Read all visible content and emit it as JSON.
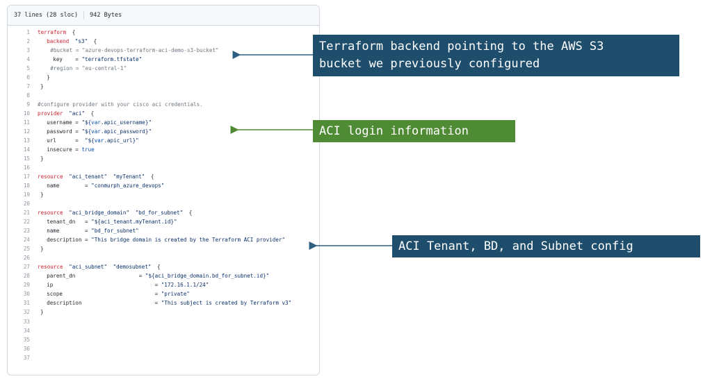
{
  "file_header": {
    "lines_info": "37 lines (28 sloc)",
    "size_info": "942 Bytes"
  },
  "code_lines": [
    {
      "n": "1",
      "tokens": [
        {
          "t": "kw",
          "v": "terraform"
        },
        {
          "t": "txt",
          "v": " {"
        }
      ]
    },
    {
      "n": "2",
      "tokens": [
        {
          "t": "txt",
          "v": "  "
        },
        {
          "t": "kw",
          "v": "backend"
        },
        {
          "t": "txt",
          "v": " "
        },
        {
          "t": "str",
          "v": "\"s3\""
        },
        {
          "t": "txt",
          "v": " {"
        }
      ]
    },
    {
      "n": "3",
      "tokens": [
        {
          "t": "cm",
          "v": "    #bucket = \"azure-devops-terraform-aci-demo-s3-bucket\""
        }
      ]
    },
    {
      "n": "4",
      "tokens": [
        {
          "t": "txt",
          "v": "    key    = "
        },
        {
          "t": "str",
          "v": "\"terraform.tfstate\""
        }
      ]
    },
    {
      "n": "5",
      "tokens": [
        {
          "t": "cm",
          "v": "    #region = \"eu-central-1\""
        }
      ]
    },
    {
      "n": "6",
      "tokens": [
        {
          "t": "txt",
          "v": "  }"
        }
      ]
    },
    {
      "n": "7",
      "tokens": [
        {
          "t": "txt",
          "v": "}"
        }
      ]
    },
    {
      "n": "8",
      "tokens": []
    },
    {
      "n": "9",
      "tokens": [
        {
          "t": "cm",
          "v": "#configure provider with your cisco aci credentials."
        }
      ]
    },
    {
      "n": "10",
      "tokens": [
        {
          "t": "kw",
          "v": "provider"
        },
        {
          "t": "txt",
          "v": " "
        },
        {
          "t": "str",
          "v": "\"aci\""
        },
        {
          "t": "txt",
          "v": " {"
        }
      ]
    },
    {
      "n": "11",
      "tokens": [
        {
          "t": "txt",
          "v": "  username = "
        },
        {
          "t": "str",
          "v": "\"${"
        },
        {
          "t": "var",
          "v": "var"
        },
        {
          "t": "str",
          "v": ".apic_username}\""
        }
      ]
    },
    {
      "n": "12",
      "tokens": [
        {
          "t": "txt",
          "v": "  password = "
        },
        {
          "t": "str",
          "v": "\"${"
        },
        {
          "t": "var",
          "v": "var"
        },
        {
          "t": "str",
          "v": ".apic_password}\""
        }
      ]
    },
    {
      "n": "13",
      "tokens": [
        {
          "t": "txt",
          "v": "  url      =  "
        },
        {
          "t": "str",
          "v": "\"${"
        },
        {
          "t": "var",
          "v": "var"
        },
        {
          "t": "str",
          "v": ".apic_url}\""
        }
      ]
    },
    {
      "n": "14",
      "tokens": [
        {
          "t": "txt",
          "v": "  insecure = "
        },
        {
          "t": "lit",
          "v": "true"
        }
      ]
    },
    {
      "n": "15",
      "tokens": [
        {
          "t": "txt",
          "v": "}"
        }
      ]
    },
    {
      "n": "16",
      "tokens": []
    },
    {
      "n": "17",
      "tokens": [
        {
          "t": "kw",
          "v": "resource"
        },
        {
          "t": "txt",
          "v": " "
        },
        {
          "t": "str",
          "v": "\"aci_tenant\""
        },
        {
          "t": "txt",
          "v": " "
        },
        {
          "t": "str",
          "v": "\"myTenant\""
        },
        {
          "t": "txt",
          "v": " {"
        }
      ]
    },
    {
      "n": "18",
      "tokens": [
        {
          "t": "txt",
          "v": "  name        = "
        },
        {
          "t": "str",
          "v": "\"conmurph_azure_devops\""
        }
      ]
    },
    {
      "n": "19",
      "tokens": [
        {
          "t": "txt",
          "v": "}"
        }
      ]
    },
    {
      "n": "20",
      "tokens": []
    },
    {
      "n": "21",
      "tokens": [
        {
          "t": "kw",
          "v": "resource"
        },
        {
          "t": "txt",
          "v": " "
        },
        {
          "t": "str",
          "v": "\"aci_bridge_domain\""
        },
        {
          "t": "txt",
          "v": " "
        },
        {
          "t": "str",
          "v": "\"bd_for_subnet\""
        },
        {
          "t": "txt",
          "v": " {"
        }
      ]
    },
    {
      "n": "22",
      "tokens": [
        {
          "t": "txt",
          "v": "  tenant_dn   = "
        },
        {
          "t": "str",
          "v": "\"${aci_tenant.myTenant.id}\""
        }
      ]
    },
    {
      "n": "23",
      "tokens": [
        {
          "t": "txt",
          "v": "  name        = "
        },
        {
          "t": "str",
          "v": "\"bd_for_subnet\""
        }
      ]
    },
    {
      "n": "24",
      "tokens": [
        {
          "t": "txt",
          "v": "  description = "
        },
        {
          "t": "str",
          "v": "\"This bridge domain is created by the Terraform ACI provider\""
        }
      ]
    },
    {
      "n": "25",
      "tokens": [
        {
          "t": "txt",
          "v": "}"
        }
      ]
    },
    {
      "n": "26",
      "tokens": []
    },
    {
      "n": "27",
      "tokens": [
        {
          "t": "kw",
          "v": "resource"
        },
        {
          "t": "txt",
          "v": " "
        },
        {
          "t": "str",
          "v": "\"aci_subnet\""
        },
        {
          "t": "txt",
          "v": " "
        },
        {
          "t": "str",
          "v": "\"demosubnet\""
        },
        {
          "t": "txt",
          "v": " {"
        }
      ]
    },
    {
      "n": "28",
      "tokens": [
        {
          "t": "txt",
          "v": "  parent_dn                    = "
        },
        {
          "t": "str",
          "v": "\"${aci_bridge_domain.bd_for_subnet.id}\""
        }
      ]
    },
    {
      "n": "29",
      "tokens": [
        {
          "t": "txt",
          "v": "  ip                                = "
        },
        {
          "t": "str",
          "v": "\"172.16.1.1/24\""
        }
      ]
    },
    {
      "n": "30",
      "tokens": [
        {
          "t": "txt",
          "v": "  scope                             = "
        },
        {
          "t": "str",
          "v": "\"private\""
        }
      ]
    },
    {
      "n": "31",
      "tokens": [
        {
          "t": "txt",
          "v": "  description                       = "
        },
        {
          "t": "str",
          "v": "\"This subject is created by Terraform v3\""
        }
      ]
    },
    {
      "n": "32",
      "tokens": [
        {
          "t": "txt",
          "v": "}"
        }
      ]
    },
    {
      "n": "33",
      "tokens": []
    },
    {
      "n": "34",
      "tokens": []
    },
    {
      "n": "35",
      "tokens": []
    },
    {
      "n": "36",
      "tokens": []
    },
    {
      "n": "37",
      "tokens": []
    }
  ],
  "callouts": {
    "s3_line1": "Terraform backend pointing to the AWS S3",
    "s3_line2": "bucket we previously configured",
    "login": "ACI login information",
    "tenant": "ACI Tenant, BD, and Subnet config"
  },
  "colors": {
    "callout_blue": "#1f4e6d",
    "callout_green": "#4f8a34",
    "arrow": "#2f5f80",
    "keyword": "#cf222e",
    "string": "#0a3069",
    "comment": "#6e7781"
  }
}
